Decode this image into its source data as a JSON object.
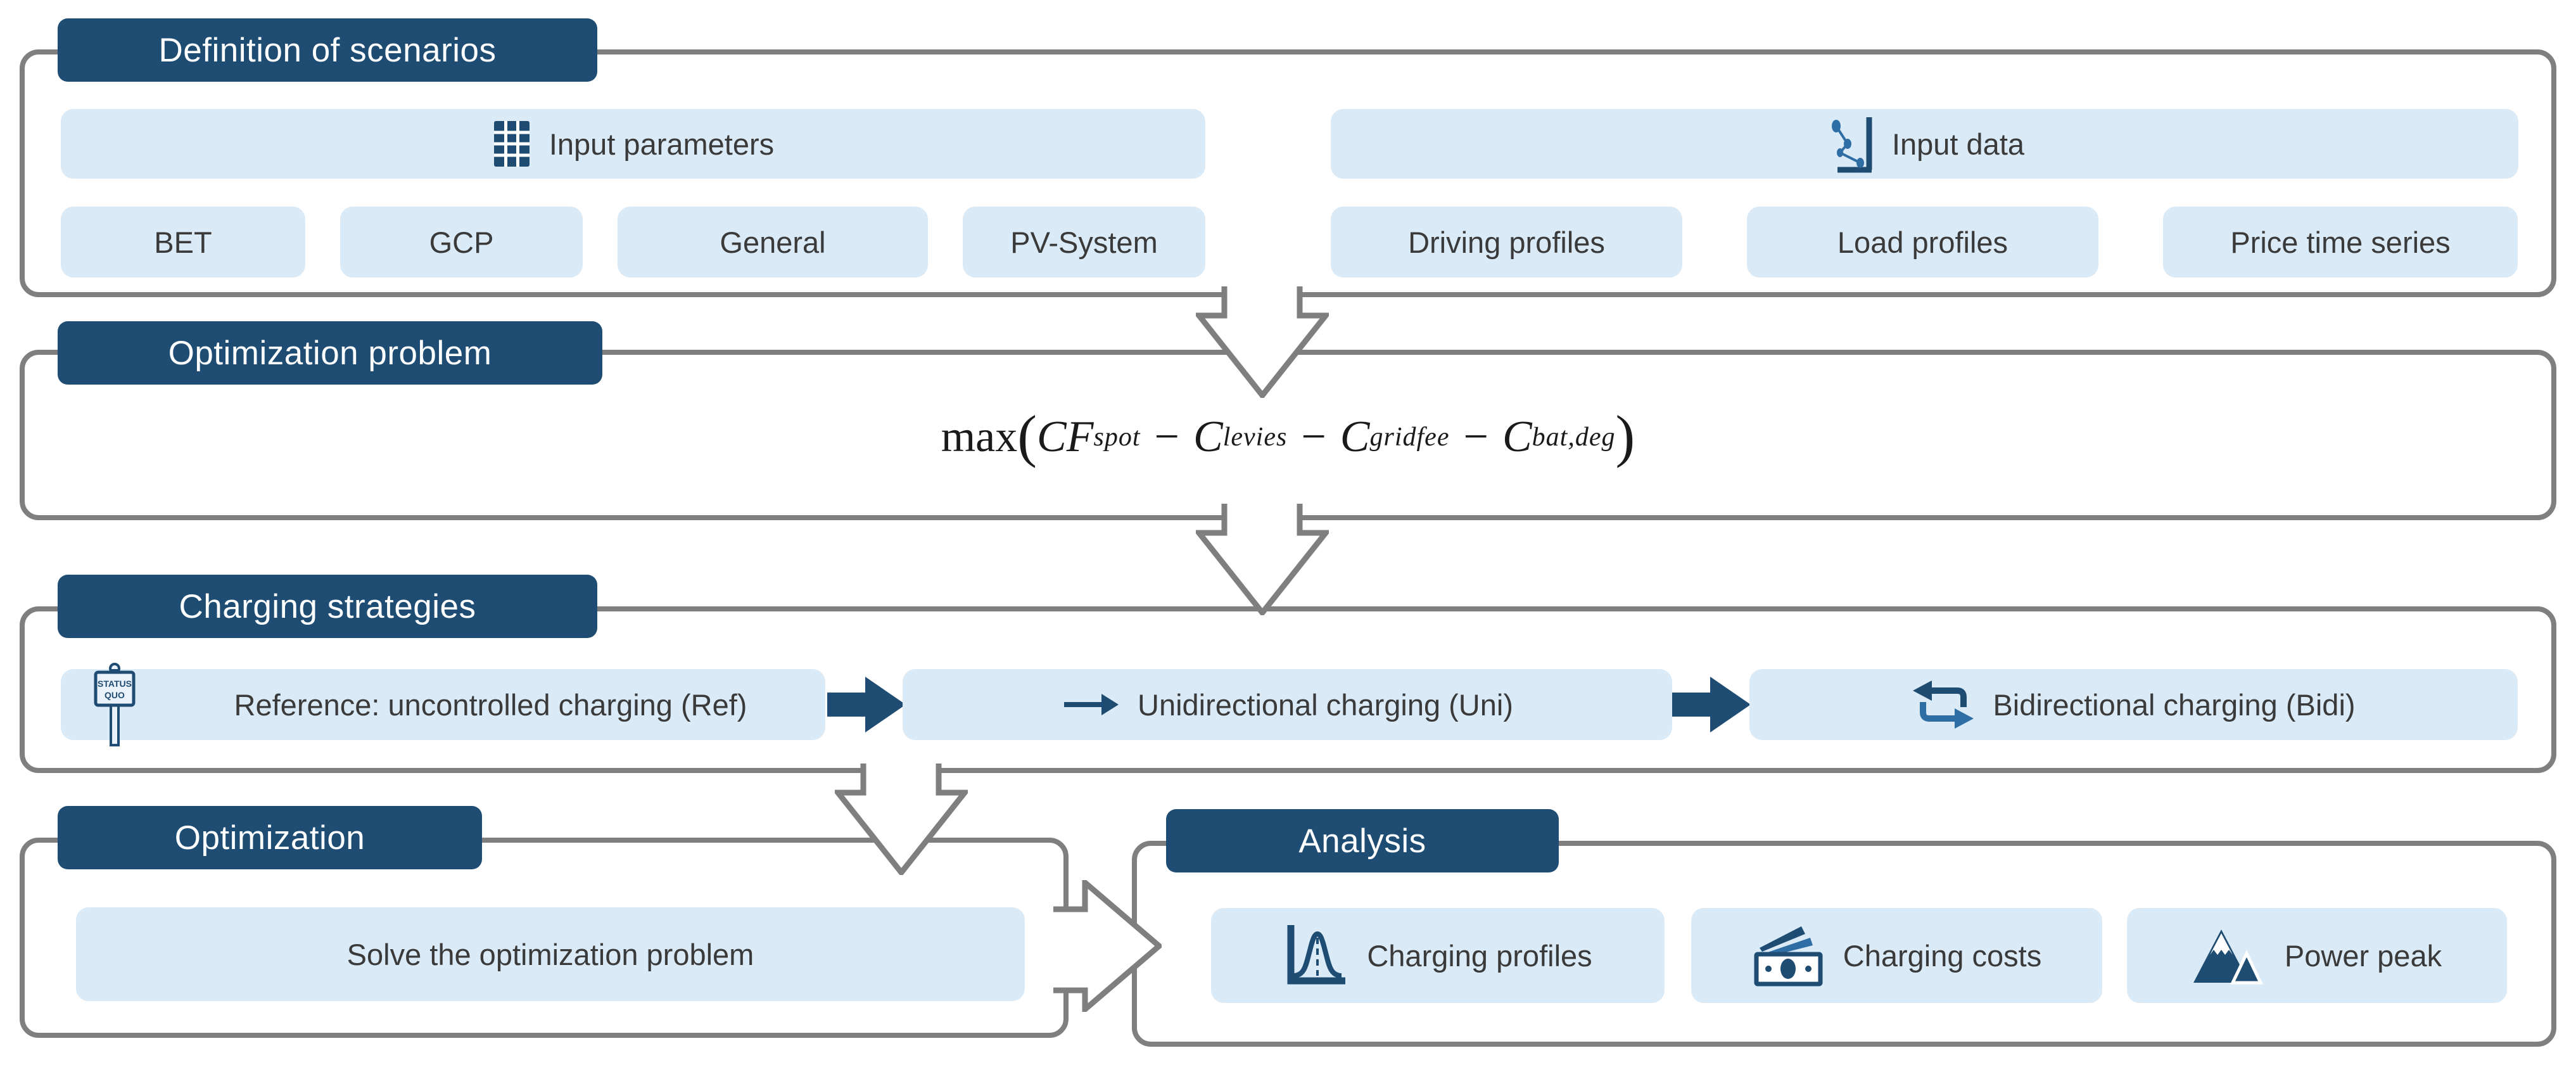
{
  "colors": {
    "dark_blue": "#1e4c72",
    "light_blue": "#daeaf7",
    "border_gray": "#7f7f7f",
    "text_dark": "#3a3a3a",
    "dot_blue": "#2f6ea5"
  },
  "scenarios": {
    "title": "Definition of scenarios",
    "input_parameters": {
      "label": "Input parameters",
      "icon": "table-icon"
    },
    "param_items": [
      "BET",
      "GCP",
      "General",
      "PV-System"
    ],
    "input_data": {
      "label": "Input data",
      "icon": "scatter-plot-icon"
    },
    "data_items": [
      "Driving profiles",
      "Load profiles",
      "Price time series"
    ]
  },
  "optimization_problem": {
    "title": "Optimization problem",
    "formula": {
      "func": "max",
      "open": "(",
      "minus": "−",
      "close": ")",
      "terms": [
        {
          "base": "CF",
          "sup": "spot"
        },
        {
          "base": "C",
          "sup": "levies"
        },
        {
          "base": "C",
          "sup": "gridfee"
        },
        {
          "base": "C",
          "sup": "bat,deg"
        }
      ]
    }
  },
  "charging_strategies": {
    "title": "Charging strategies",
    "reference": {
      "label": "Reference: uncontrolled charging (Ref)",
      "icon": "status-quo-sign-icon",
      "sign": [
        "STATUS",
        "QUO"
      ]
    },
    "unidirectional": {
      "label": "Unidirectional charging (Uni)",
      "icon": "right-arrow-icon"
    },
    "bidirectional": {
      "label": "Bidirectional charging (Bidi)",
      "icon": "bidirectional-arrows-icon"
    }
  },
  "optimization": {
    "title": "Optimization",
    "solve_label": "Solve the optimization problem"
  },
  "analysis": {
    "title": "Analysis",
    "items": [
      {
        "label": "Charging profiles",
        "icon": "bell-curve-icon"
      },
      {
        "label": "Charging costs",
        "icon": "banknotes-icon"
      },
      {
        "label": "Power peak",
        "icon": "mountains-icon"
      }
    ]
  }
}
